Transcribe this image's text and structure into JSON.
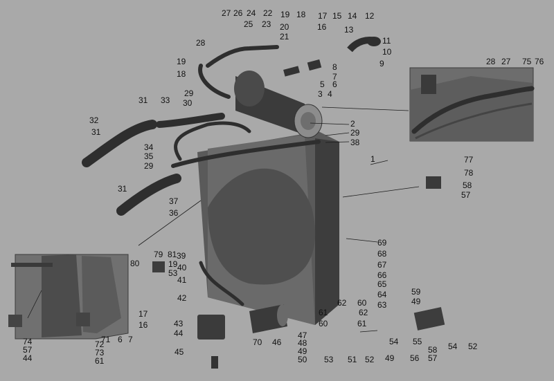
{
  "diagram": {
    "background": "#a9a9a9",
    "line_color": "#1a1a1a",
    "callouts": [
      "27",
      "26",
      "24",
      "22",
      "19",
      "18",
      "17",
      "15",
      "14",
      "12",
      "25",
      "23",
      "20",
      "21",
      "16",
      "13",
      "11",
      "10",
      "9",
      "28",
      "8",
      "7",
      "6",
      "5",
      "4",
      "3",
      "19",
      "18",
      "28",
      "27",
      "75",
      "76",
      "31",
      "33",
      "29",
      "30",
      "32",
      "31",
      "2",
      "29",
      "38",
      "34",
      "35",
      "29",
      "1",
      "77",
      "78",
      "31",
      "37",
      "36",
      "58",
      "57",
      "39",
      "79",
      "81",
      "19",
      "53",
      "80",
      "40",
      "69",
      "68",
      "67",
      "66",
      "65",
      "64",
      "41",
      "42",
      "63",
      "62",
      "61",
      "60",
      "62",
      "61",
      "60",
      "59",
      "49",
      "17",
      "16",
      "7",
      "6",
      "71",
      "43",
      "44",
      "47",
      "48",
      "49",
      "50",
      "74",
      "57",
      "44",
      "72",
      "73",
      "61",
      "45",
      "70",
      "46",
      "53",
      "51",
      "52",
      "49",
      "54",
      "55",
      "56",
      "58",
      "57",
      "54",
      "52"
    ]
  }
}
